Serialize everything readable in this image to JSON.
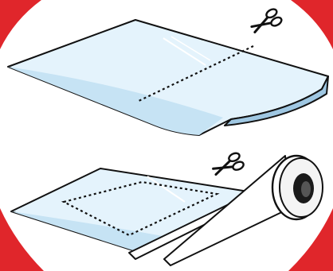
{
  "colors": {
    "red": "#e0262b",
    "white": "#ffffff",
    "bag_light": "#eaf6fd",
    "bag_mid": "#cfe9f7",
    "bag_dark": "#a9d0ea",
    "bag_shadow": "#8fb7d3",
    "outline": "#111111",
    "tape_hole": "#1a1a1a",
    "tape_face": "#f4f4f4"
  },
  "steps": [
    {
      "name": "cut-bag-open",
      "icons": [
        "scissors-icon",
        "cut-line"
      ]
    },
    {
      "name": "tape-bag-edges",
      "icons": [
        "scissors-icon",
        "tape-roll-icon",
        "cut-line"
      ]
    }
  ]
}
